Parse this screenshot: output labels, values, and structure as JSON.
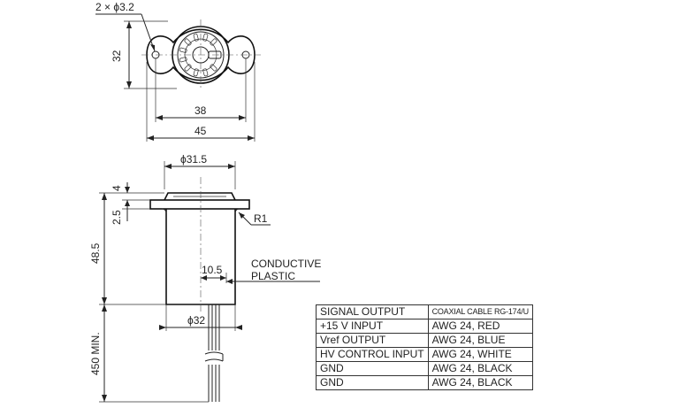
{
  "top_view": {
    "holes_label": "2 × ϕ3.2",
    "height_label": "32",
    "pitch_label": "38",
    "width_label": "45"
  },
  "side_view": {
    "diameter_top_label": "ϕ31.5",
    "flange_thickness_label": "4",
    "step_label": "2.5",
    "radius_label": "R1",
    "body_length_label": "48.5",
    "offset_label": "10.5",
    "diameter_bottom_label": "ϕ32",
    "lead_length_label": "450 MIN.",
    "material_label_line1": "CONDUCTIVE",
    "material_label_line2": "PLASTIC"
  },
  "wire_table": {
    "rows": [
      {
        "signal": "SIGNAL OUTPUT",
        "cable": "COAXIAL CABLE RG-174/U"
      },
      {
        "signal": "+15 V INPUT",
        "cable": "AWG 24, RED"
      },
      {
        "signal": "Vref OUTPUT",
        "cable": "AWG 24, BLUE"
      },
      {
        "signal": "HV CONTROL INPUT",
        "cable": "AWG 24, WHITE"
      },
      {
        "signal": "GND",
        "cable": "AWG 24, BLACK"
      },
      {
        "signal": "GND",
        "cable": "AWG 24, BLACK"
      }
    ]
  }
}
